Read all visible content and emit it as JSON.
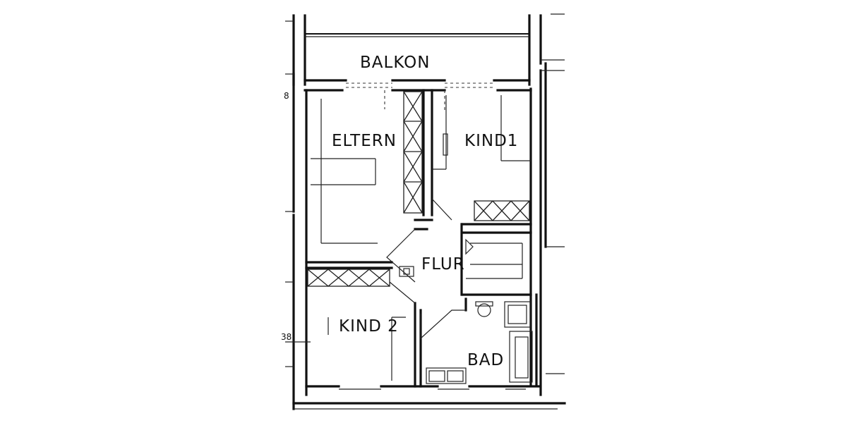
{
  "rooms": {
    "balkon": "BALKON",
    "eltern": "ELTERN",
    "kind1": "KIND1",
    "flur": "FLUR",
    "kind2": "KIND 2",
    "bad": "BAD"
  },
  "dimensions": {
    "top_left": "8",
    "bottom_left": "38"
  },
  "colors": {
    "ink": "#111111",
    "paper": "#ffffff"
  }
}
